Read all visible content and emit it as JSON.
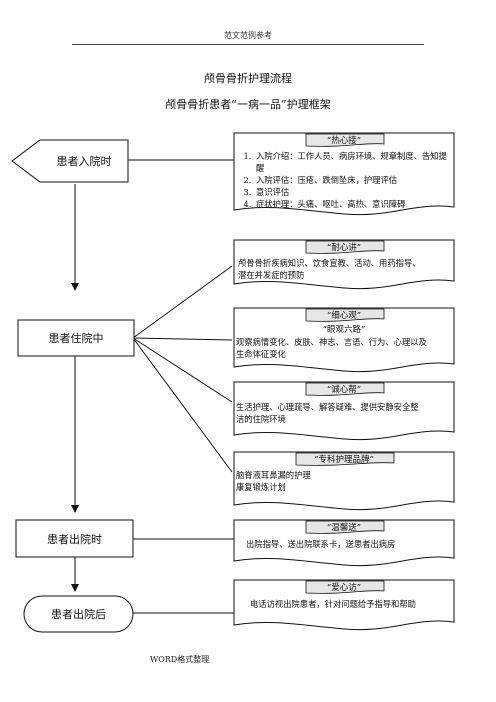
{
  "header": {
    "text": "范文范例参考"
  },
  "titles": {
    "main": "颅骨骨折护理流程",
    "sub": "颅骨骨折患者“一病一品”护理框架"
  },
  "stages": [
    {
      "label": "患者入院时"
    },
    {
      "label": "患者住院中"
    },
    {
      "label": "患者出院时"
    },
    {
      "label": "患者出院后"
    }
  ],
  "boxes": [
    {
      "title": "“热心接”",
      "items": [
        "入院介绍：工作人员、病房环境、规章制度、告知提醒",
        "入院评估：压疮、跌倒坠床，护理评估",
        "意识评估",
        "症状护理：头痛、呕吐、高热、意识障碍"
      ]
    },
    {
      "title": "“耐心讲”",
      "lines": [
        "颅骨骨折疾病知识、饮食宣教、活动、用药指导、",
        "潜在并发症的预防"
      ]
    },
    {
      "title": "“细心观”",
      "subtitle": "“眼观六路”",
      "lines": [
        "观察病情变化、皮肤、神志、言语、行为、心理以及",
        "生命体征变化"
      ]
    },
    {
      "title": "“诚心帮”",
      "lines": [
        "生活护理、心理疏导、解答疑难、提供安静安全整",
        "洁的住院环境"
      ]
    },
    {
      "title": "“专科护理品牌”",
      "lines": [
        "脑脊液耳鼻漏的护理",
        "康复锻炼计划"
      ]
    },
    {
      "title": "“温馨送”",
      "lines": [
        "出院指导、送出院联系卡，送患者出病房"
      ]
    },
    {
      "title": "“爱心访”",
      "lines": [
        "电话访视出院患者，针对问题给予指导和帮助"
      ]
    }
  ],
  "footer": {
    "text": "WORD格式整理"
  }
}
